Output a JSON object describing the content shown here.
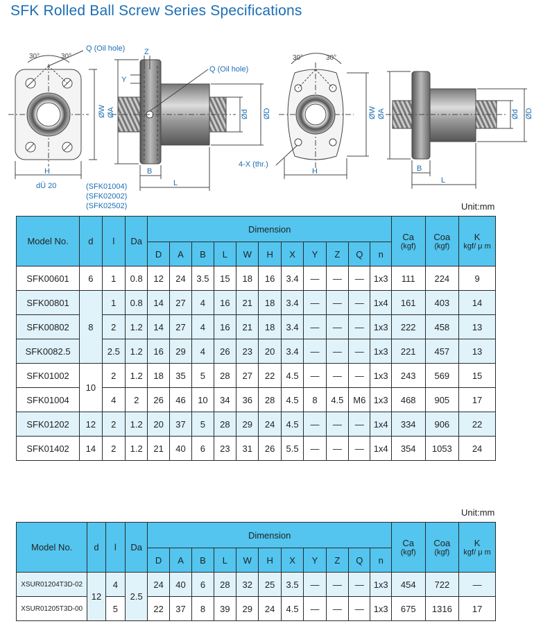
{
  "title": "SFK Rolled Ball Screw Series Specifications",
  "drawing_labels": {
    "angle1": "30°",
    "angle2": "30°",
    "oil_hole1": "Q (Oil hole)",
    "oil_hole2": "Q (Oil hole)",
    "x_hole": "4-X (thr.)",
    "z": "Z",
    "y": "Y",
    "dw": "ØW",
    "da": "ØA",
    "dd": "Ød",
    "dD": "ØD",
    "h": "H",
    "b": "B",
    "l": "L",
    "du": "dÜ 20",
    "model_note": [
      "(SFK01004)",
      "(SFK02002)",
      "(SFK02502)"
    ]
  },
  "unit_label": "Unit:mm",
  "headers": {
    "model": "Model No.",
    "d": "d",
    "l": "l",
    "da": "Da",
    "dimension": "Dimension",
    "dim_cols": [
      "D",
      "A",
      "B",
      "L",
      "W",
      "H",
      "X",
      "Y",
      "Z",
      "Q",
      "n"
    ],
    "ca": "Ca",
    "ca_unit": "(kgf)",
    "coa": "Coa",
    "coa_unit": "(kgf)",
    "k": "K",
    "k_unit": "kgf/ μ m"
  },
  "table1": [
    {
      "model": "SFK00601",
      "d": "6",
      "l": "1",
      "da": "0.8",
      "dims": [
        "12",
        "24",
        "3.5",
        "15",
        "18",
        "16",
        "3.4",
        "—",
        "—",
        "—",
        "1x3"
      ],
      "ca": "111",
      "coa": "224",
      "k": "9"
    },
    {
      "model": "SFK00801",
      "d": "8",
      "l": "1",
      "da": "0.8",
      "dims": [
        "14",
        "27",
        "4",
        "16",
        "21",
        "18",
        "3.4",
        "—",
        "—",
        "—",
        "1x4"
      ],
      "ca": "161",
      "coa": "403",
      "k": "14"
    },
    {
      "model": "SFK00802",
      "d": "",
      "l": "2",
      "da": "1.2",
      "dims": [
        "14",
        "27",
        "4",
        "16",
        "21",
        "18",
        "3.4",
        "—",
        "—",
        "—",
        "1x3"
      ],
      "ca": "222",
      "coa": "458",
      "k": "13"
    },
    {
      "model": "SFK0082.5",
      "d": "",
      "l": "2.5",
      "da": "1.2",
      "dims": [
        "16",
        "29",
        "4",
        "26",
        "23",
        "20",
        "3.4",
        "—",
        "—",
        "—",
        "1x3"
      ],
      "ca": "221",
      "coa": "457",
      "k": "13"
    },
    {
      "model": "SFK01002",
      "d": "10",
      "l": "2",
      "da": "1.2",
      "dims": [
        "18",
        "35",
        "5",
        "28",
        "27",
        "22",
        "4.5",
        "—",
        "—",
        "—",
        "1x3"
      ],
      "ca": "243",
      "coa": "569",
      "k": "15"
    },
    {
      "model": "SFK01004",
      "d": "",
      "l": "4",
      "da": "2",
      "dims": [
        "26",
        "46",
        "10",
        "34",
        "36",
        "28",
        "4.5",
        "8",
        "4.5",
        "M6",
        "1x3"
      ],
      "ca": "468",
      "coa": "905",
      "k": "17"
    },
    {
      "model": "SFK01202",
      "d": "12",
      "l": "2",
      "da": "1.2",
      "dims": [
        "20",
        "37",
        "5",
        "28",
        "29",
        "24",
        "4.5",
        "—",
        "—",
        "—",
        "1x4"
      ],
      "ca": "334",
      "coa": "906",
      "k": "22"
    },
    {
      "model": "SFK01402",
      "d": "14",
      "l": "2",
      "da": "1.2",
      "dims": [
        "21",
        "40",
        "6",
        "23",
        "31",
        "26",
        "5.5",
        "—",
        "—",
        "—",
        "1x4"
      ],
      "ca": "354",
      "coa": "1053",
      "k": "24"
    }
  ],
  "table2": [
    {
      "model": "XSUR01204T3D-02",
      "d": "12",
      "l": "4",
      "da": "2.5",
      "dims": [
        "24",
        "40",
        "6",
        "28",
        "32",
        "25",
        "3.5",
        "—",
        "—",
        "—",
        "1x3"
      ],
      "ca": "454",
      "coa": "722",
      "k": "—"
    },
    {
      "model": "XSUR01205T3D-00",
      "d": "",
      "l": "5",
      "da": "",
      "dims": [
        "22",
        "37",
        "8",
        "39",
        "29",
        "24",
        "4.5",
        "—",
        "—",
        "—",
        "1x3"
      ],
      "ca": "675",
      "coa": "1316",
      "k": "17"
    }
  ],
  "colors": {
    "header": "#53c5ef",
    "band": "#e0f2fa",
    "title": "#1b6db3",
    "drawing": "#555555"
  }
}
